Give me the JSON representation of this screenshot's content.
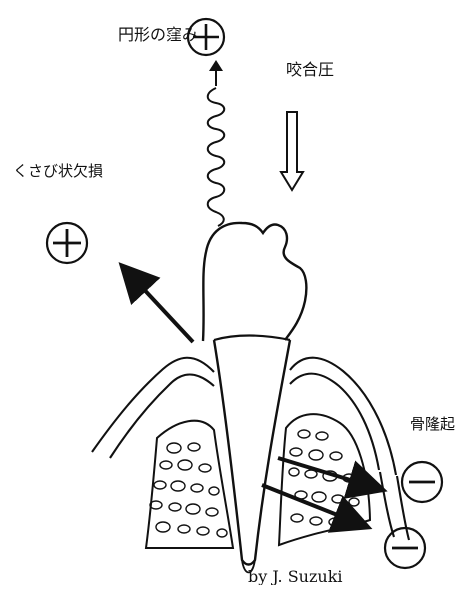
{
  "labels": {
    "circular_recess": "円形の窪み",
    "occlusal_pressure": "咬合圧",
    "wedge_defect": "くさび状欠損",
    "bone_ridge": "骨隆起",
    "credit": "by J. Suzuki"
  },
  "symbols": {
    "plus": "+",
    "minus": "−"
  },
  "colors": {
    "ink": "#111111",
    "background": "#ffffff"
  },
  "icons": {
    "plus_circle": "plus-circle-icon",
    "minus_circle": "minus-circle-icon",
    "arrow_down_hollow": "hollow-down-arrow-icon",
    "spiral": "spiral-coil-icon"
  }
}
